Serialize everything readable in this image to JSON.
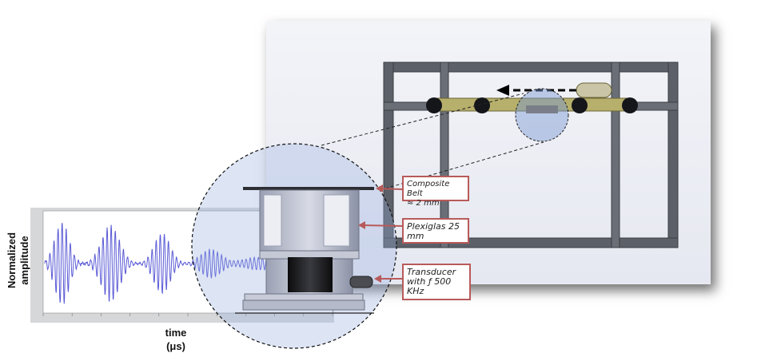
{
  "plot": {
    "ylabel_line1": "Normalized",
    "ylabel_line2": "amplitude",
    "xlabel_line1": "time",
    "xlabel_line2": "(μs)"
  },
  "callouts": {
    "belt_line1": "Composite Belt",
    "belt_line2": "≈ 2 mm",
    "plexi_line1": "Plexiglas 25",
    "plexi_line2": "mm",
    "trans_line1": "Transducer",
    "trans_line2": "with  ƒ  500",
    "trans_line3": "KHz"
  },
  "colors": {
    "signal": "#5b5bd6",
    "callout_border": "#b85a5a",
    "arrow": "#b85a5a",
    "frame": "#5a5e66"
  }
}
